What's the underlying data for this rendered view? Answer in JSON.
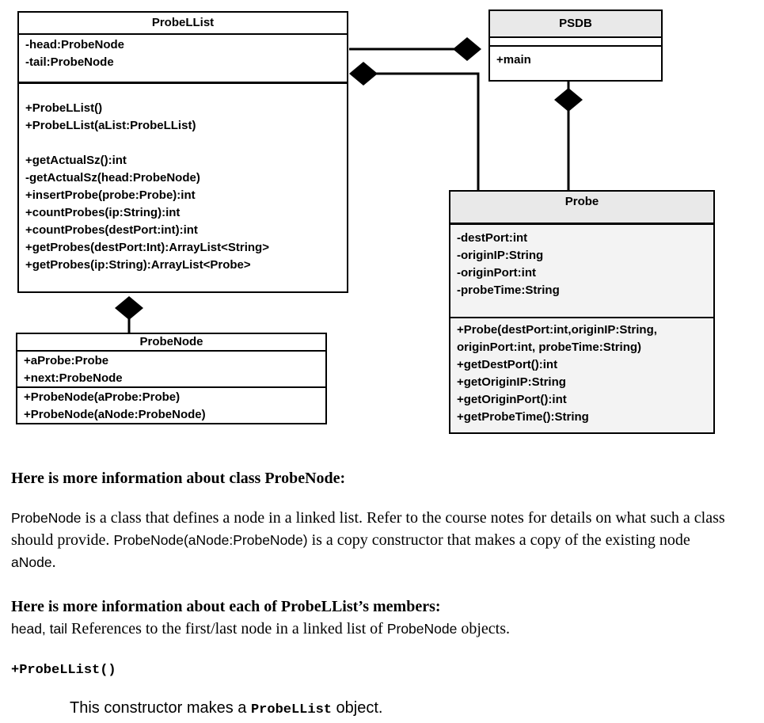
{
  "diagram": {
    "classes": {
      "probellist": {
        "name": "ProbeLList",
        "attributes": [
          "-head:ProbeNode",
          "-tail:ProbeNode"
        ],
        "methods": [
          "+ProbeLList()",
          "+ProbeLList(aList:ProbeLList)",
          "",
          "+getActualSz():int",
          "-getActualSz(head:ProbeNode)",
          "+insertProbe(probe:Probe):int",
          "+countProbes(ip:String):int",
          "+countProbes(destPort:int):int",
          "+getProbes(destPort:Int):ArrayList<String>",
          "+getProbes(ip:String):ArrayList<Probe>"
        ]
      },
      "psdb": {
        "name": "PSDB",
        "methods": [
          "+main"
        ]
      },
      "probe": {
        "name": "Probe",
        "attributes": [
          "-destPort:int",
          "-originIP:String",
          "-originPort:int",
          "-probeTime:String"
        ],
        "methods": [
          "+Probe(destPort:int,originIP:String,",
          "originPort:int, probeTime:String)",
          "+getDestPort():int",
          "+getOriginIP:String",
          "+getOriginPort():int",
          "+getProbeTime():String"
        ]
      },
      "probenode": {
        "name": "ProbeNode",
        "attributes": [
          "+aProbe:Probe",
          "+next:ProbeNode"
        ],
        "methods": [
          "+ProbeNode(aProbe:Probe)",
          "+ProbeNode(aNode:ProbeNode)"
        ]
      }
    },
    "relations": [
      {
        "type": "composition",
        "owner": "PSDB",
        "part": "ProbeLList"
      },
      {
        "type": "composition",
        "owner": "ProbeLList",
        "part": "Probe"
      },
      {
        "type": "composition",
        "owner": "PSDB",
        "part": "Probe"
      },
      {
        "type": "composition",
        "owner": "ProbeLList",
        "part": "ProbeNode"
      }
    ],
    "line_color": "#000000",
    "header_fill": "#e9e9e9",
    "body_fill": "#f3f3f3"
  },
  "text": {
    "heading1": "Here is more information about class ProbeNode:",
    "p1": {
      "s0": "ProbeNode",
      "s1": " is a class that defines a node in a linked list. Refer to the course notes for details on what such a class should provide. ",
      "s2": "ProbeNode(aNode:ProbeNode)",
      "s3": " is a copy constructor that makes a copy of the existing node ",
      "s4": "aNode",
      "s5": "."
    },
    "heading2": "Here is more information about each of ProbeLList’s members:",
    "p2": {
      "s0": "head, tail",
      "s1": " References to the first/last node in a linked list of ",
      "s2": "ProbeNode",
      "s3": " objects."
    },
    "code1": "+ProbeLList()",
    "p3": {
      "s0": "This constructor makes a ",
      "s1": "ProbeLList",
      "s2": " object."
    }
  }
}
